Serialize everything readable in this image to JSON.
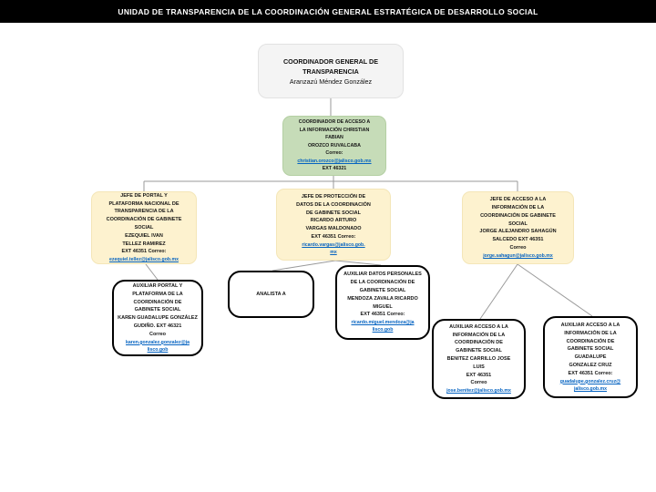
{
  "title_bar": {
    "text": "UNIDAD DE TRANSPARENCIA DE LA COORDINACIÓN GENERAL ESTRATÉGICA DE DESARROLLO SOCIAL"
  },
  "org_chart": {
    "root": {
      "title": "COORDINADOR GENERAL DE\nTRANSPARENCIA",
      "name": "Aranzazú Méndez González"
    },
    "coordinador_acceso": {
      "text": "COORDINADOR DE ACCESO A\nLA INFORMACIÓN CHRISTIAN\nFABIAN\nOROZCO RUVALCABA\nCorreo:",
      "email": "christian.orozco@jalisco.gob.mx",
      "ext": "EXT 46321"
    },
    "jefe_portal": {
      "text": "JEFE DE PORTAL Y\nPLATAFORMA NACIONAL DE\nTRANSPARENCIA DE LA\nCOORDINACIÓN DE GABINETE\nSOCIAL\nEZEQUIEL IVAN\nTELLEZ RAMIREZ\nEXT 46351 Correo:",
      "email": "ezequiel.tellez@jalisco.gob.mx"
    },
    "jefe_proteccion_datos": {
      "text": "JEFE DE PROTECCIÓN DE\nDATOS DE LA COORDINACIÓN\nDE GABINETE SOCIAL\nRICARDO ARTURO\nVARGAS MALDONADO\nEXT 46351 Correo:",
      "email": "ricardo.vargas@jalisco.gob.\nmx"
    },
    "jefe_acceso": {
      "text": "JEFE DE ACCESO A LA\nINFORMACIÓN DE LA\nCOORDINACIÓN DE GABINETE\nSOCIAL\nJORGE ALEJANDRO SAHAGÚN\nSALCEDO EXT 46351\nCorreo",
      "email": "jorge.sahagun@jalisco.gob.mx"
    },
    "auxiliar_portal": {
      "text": "AUXILIAR PORTAL Y\nPLATAFORMA DE LA\nCOORDINACIÓN DE\nGABINETE SOCIAL\nKAREN GUADALUPE GONZÁLEZ\nGUDIÑO. EXT 46321\nCorreo",
      "email": "karen.gonzalez.gonzalez@ja\nlisco.gob"
    },
    "analista": {
      "text": "ANALISTA A"
    },
    "auxiliar_datos_personales": {
      "text": "AUXILIAR DATOS PERSONALES\nDE LA COORDINACIÓN DE\nGABINETE SOCIAL\nMENDOZA ZAVALA RICARDO\nMIGUEL\nEXT 46351 Correo:",
      "email": "ricardo.miguel.mendoza@ja\nlisco.gob"
    },
    "auxiliar_acceso_jose": {
      "text": "AUXILIAR ACCESO A LA\nINFORMACIÓN DE LA\nCOORDINACIÓN DE\nGABINETE SOCIAL\nBENITEZ CARRILLO JOSE\nLUIS\nEXT 46351\nCorreo",
      "email": "jose.benitez@jalisco.gob.mx"
    },
    "auxiliar_acceso_guadalupe": {
      "text": "AUXILIAR ACCESO A LA\nINFORMACIÓN DE LA\nCOORDINACIÓN DE\nGABINETE SOCIAL\nGUADALUPE\nGONZALEZ CRUZ\nEXT 46351 Correo:",
      "email": "guadalupe.gonzalez.cruz@\njalisco.gob.mx"
    }
  },
  "colors": {
    "title_bar_bg": "#000000",
    "title_bar_text": "#ffffff",
    "root_box_bg": "#f4f4f4",
    "coordinator_box_bg": "#c6dcb8",
    "jefe_box_bg": "#fdf2cf",
    "aux_box_bg": "#ffffff",
    "aux_box_border": "#000000",
    "link_color": "#0563c1",
    "connector_color": "#9a9a9a"
  }
}
